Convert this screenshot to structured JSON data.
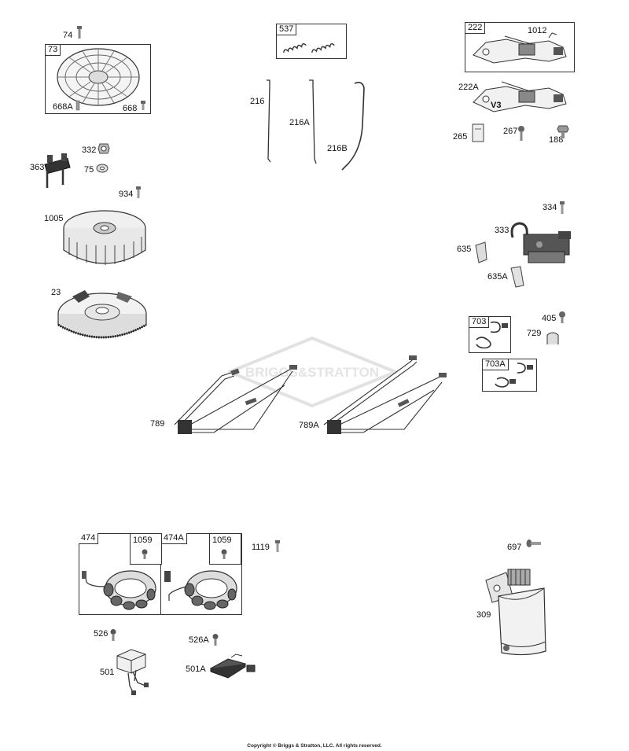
{
  "watermark": {
    "text": "BRIGGS&STRATTON"
  },
  "footer": {
    "copyright": "Copyright © Briggs & Stratton, LLC. All rights reserved."
  },
  "callouts": {
    "p74": "74",
    "p73": "73",
    "p668A": "668A",
    "p668": "668",
    "p332": "332",
    "p363": "363",
    "p75": "75",
    "p934": "934",
    "p1005": "1005",
    "p23": "23",
    "p537": "537",
    "p216": "216",
    "p216A": "216A",
    "p216B": "216B",
    "p222": "222",
    "p1012": "1012",
    "p222A": "222A",
    "pV3": "V3",
    "p265": "265",
    "p267": "267",
    "p188": "188",
    "p334": "334",
    "p333": "333",
    "p635": "635",
    "p635A": "635A",
    "p703": "703",
    "p405": "405",
    "p729": "729",
    "p703A": "703A",
    "p789": "789",
    "p789A": "789A",
    "p474": "474",
    "p1059a": "1059",
    "p474A": "474A",
    "p1059b": "1059",
    "p1119": "1119",
    "p697": "697",
    "p309": "309",
    "p526": "526",
    "p501": "501",
    "p526A": "526A",
    "p501A": "501A"
  }
}
